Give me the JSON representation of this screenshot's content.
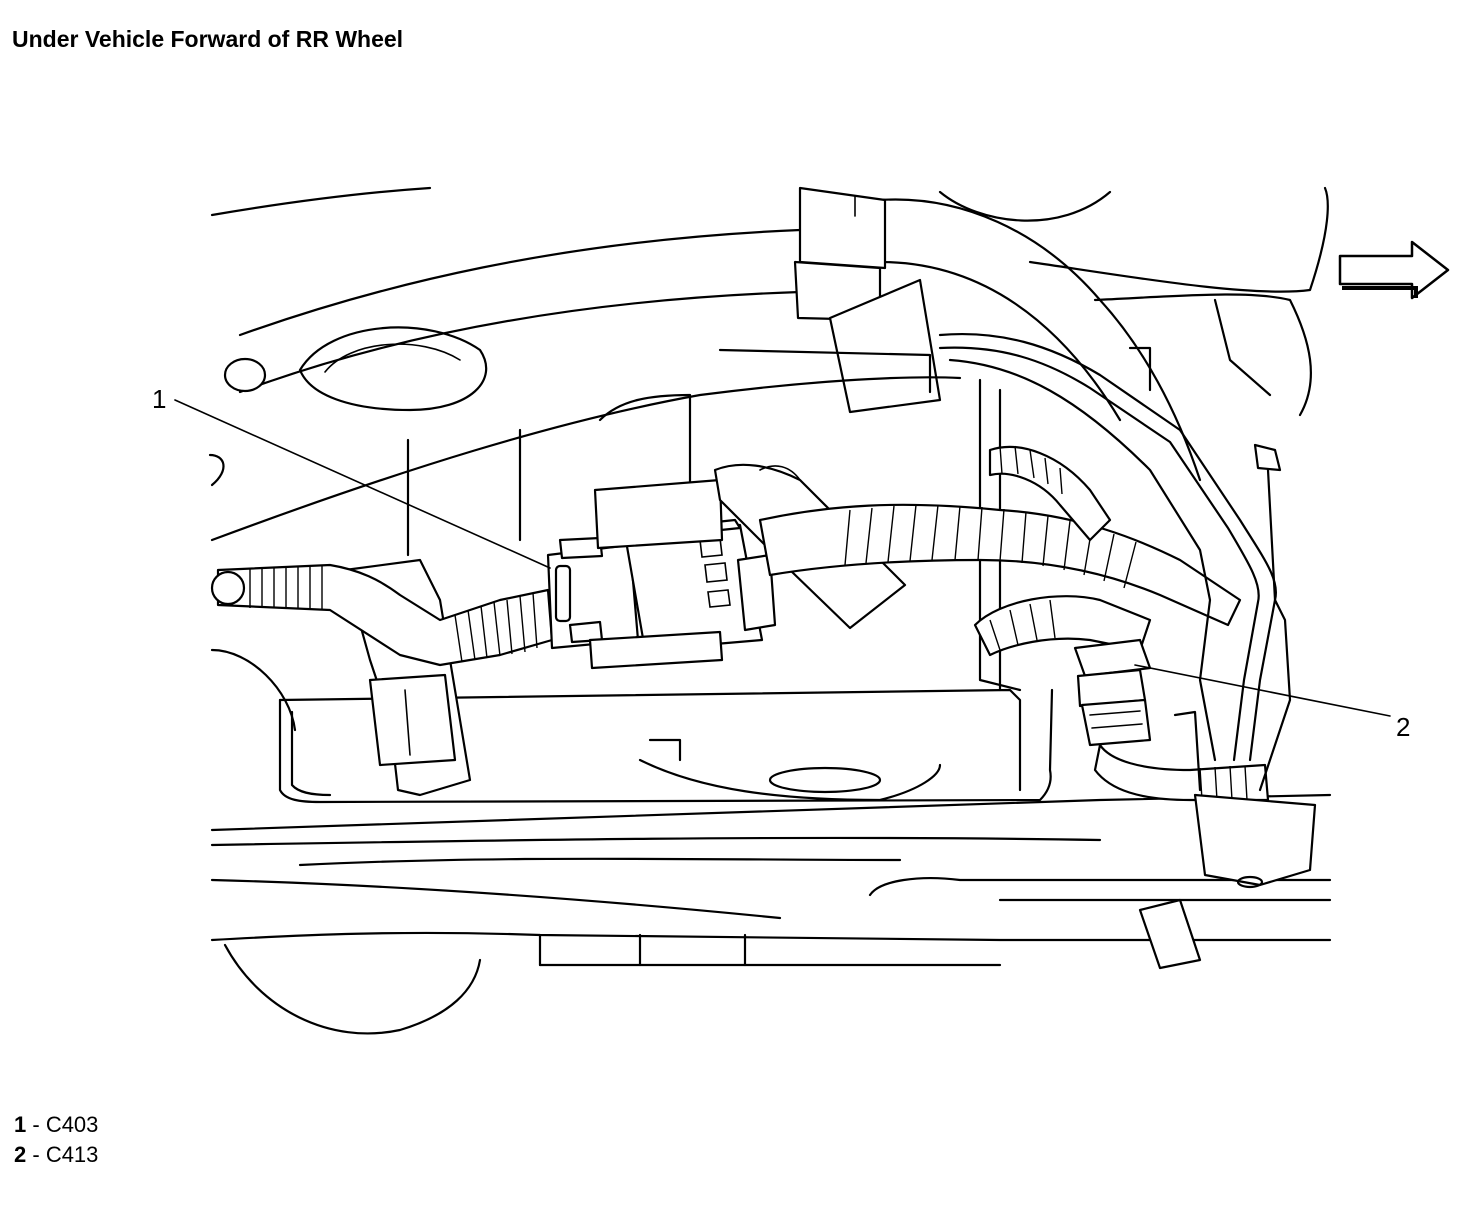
{
  "title": "Under Vehicle Forward of RR Wheel",
  "callouts": [
    {
      "number": "1",
      "connector": "C403"
    },
    {
      "number": "2",
      "connector": "C413"
    }
  ],
  "legend_separator": " - ",
  "icons": {
    "direction_arrow": "right-arrow-icon"
  }
}
